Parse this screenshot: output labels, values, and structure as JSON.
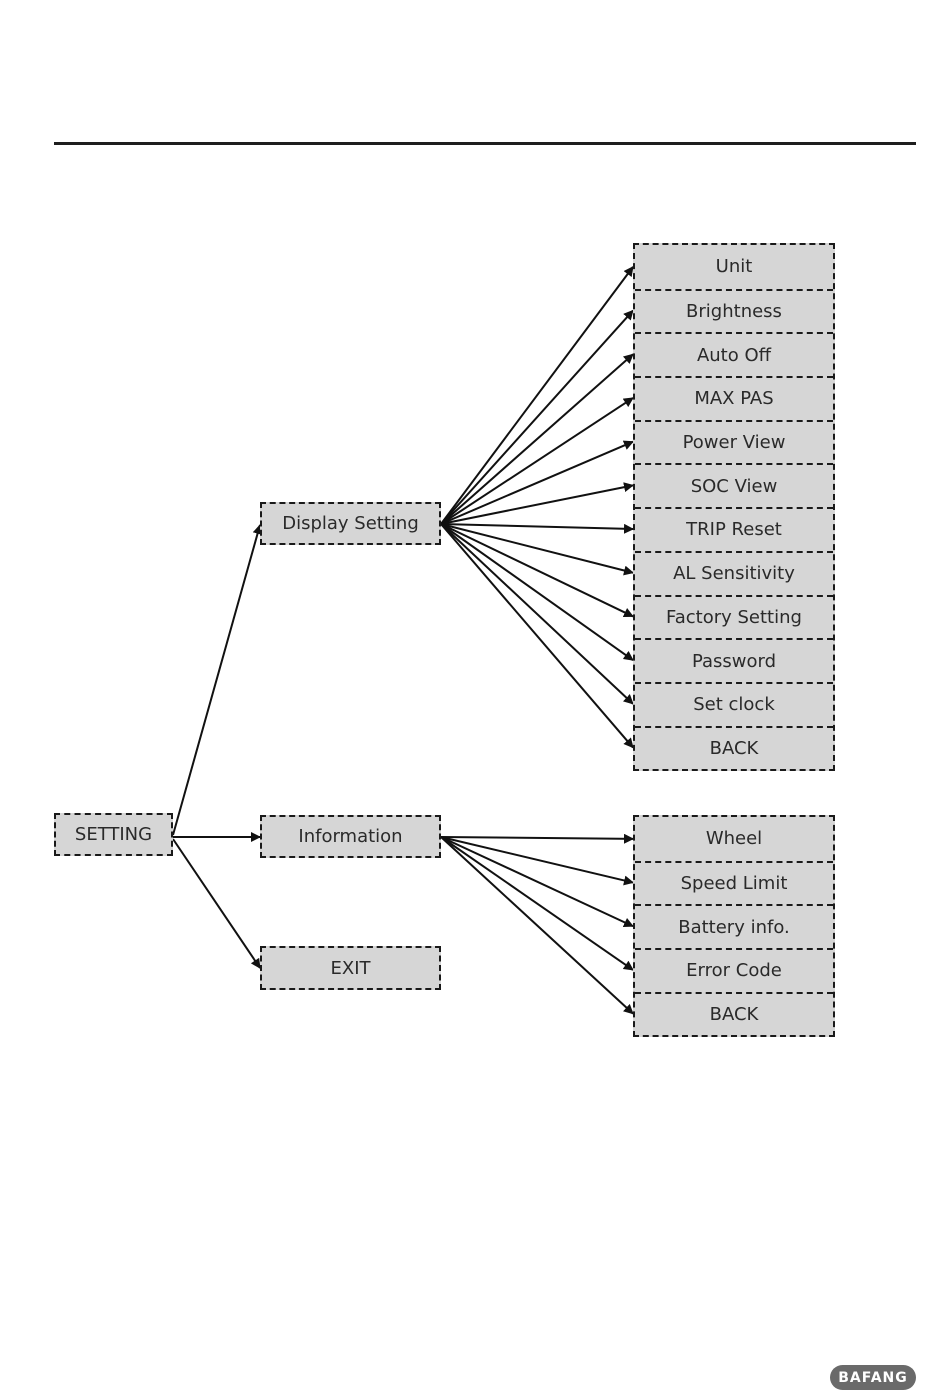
{
  "root": {
    "label": "SETTING"
  },
  "level1": [
    {
      "id": "display",
      "label": "Display Setting"
    },
    {
      "id": "info",
      "label": "Information"
    },
    {
      "id": "exit",
      "label": "EXIT"
    }
  ],
  "display_children": [
    "Unit",
    "Brightness",
    "Auto Off",
    "MAX PAS",
    "Power View",
    "SOC View",
    "TRIP Reset",
    "AL Sensitivity",
    "Factory Setting",
    "Password",
    "Set clock",
    "BACK"
  ],
  "info_children": [
    "Wheel",
    "Speed Limit",
    "Battery info.",
    "Error Code",
    "BACK"
  ],
  "footer": {
    "logo_text": "BAFANG"
  },
  "colors": {
    "box_fill": "#d6d6d6",
    "line": "#1a1a1a",
    "logo_bg": "#6a6a6a"
  }
}
